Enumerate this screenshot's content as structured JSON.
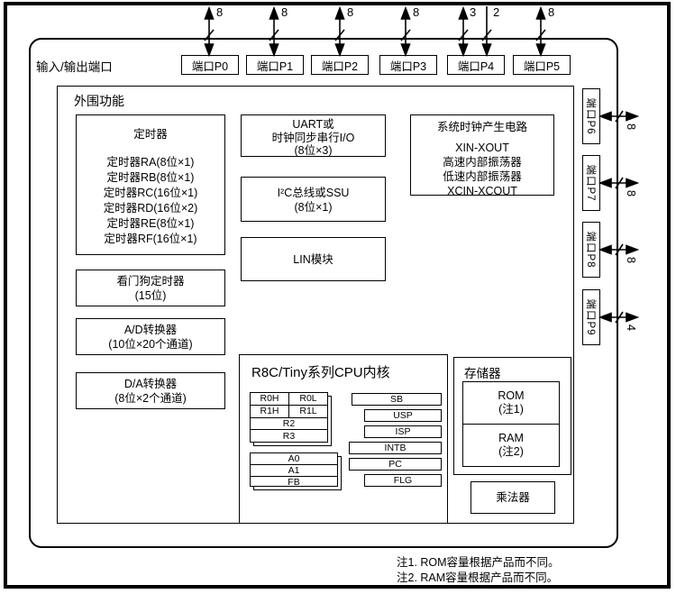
{
  "diagram": {
    "io_ports_label": "输入/输出端口",
    "peripheral_label": "外围功能",
    "notes": [
      "注1. ROM容量根据产品而不同。",
      "注2. RAM容量根据产品而不同。"
    ]
  },
  "top_ports": [
    {
      "label": "端口P0",
      "bus": "8"
    },
    {
      "label": "端口P1",
      "bus": "8"
    },
    {
      "label": "端口P2",
      "bus": "8"
    },
    {
      "label": "端口P3",
      "bus": "8"
    },
    {
      "label": "端口P4",
      "bus_bidir": "3",
      "bus_in": "2"
    },
    {
      "label": "端口P5",
      "bus": "8"
    }
  ],
  "right_ports": [
    {
      "label": "端口P6",
      "bus": "8"
    },
    {
      "label": "端口P7",
      "bus": "8"
    },
    {
      "label": "端口P8",
      "bus": "8"
    },
    {
      "label": "端口P9",
      "bus": "4"
    }
  ],
  "blocks": {
    "timer": {
      "title": "定时器",
      "items": [
        "定时器RA(8位×1)",
        "定时器RB(8位×1)",
        "定时器RC(16位×1)",
        "定时器RD(16位×2)",
        "定时器RE(8位×1)",
        "定时器RF(16位×1)"
      ]
    },
    "watchdog": {
      "lines": [
        "看门狗定时器",
        "(15位)"
      ]
    },
    "adc": {
      "lines": [
        "A/D转换器",
        "(10位×20个通道)"
      ]
    },
    "dac": {
      "lines": [
        "D/A转换器",
        "(8位×2个通道)"
      ]
    },
    "uart": {
      "lines": [
        "UART或",
        "时钟同步串行I/O",
        "(8位×3)"
      ]
    },
    "i2c": {
      "lines": [
        "I²C总线或SSU",
        "(8位×1)"
      ]
    },
    "lin": {
      "label": "LIN模块"
    },
    "clock": {
      "title": "系统时钟产生电路",
      "items": [
        "XIN-XOUT",
        "高速内部振荡器",
        "低速内部振荡器",
        "XCIN-XCOUT"
      ]
    },
    "cpu": {
      "title": "R8C/Tiny系列CPU内核",
      "bank1": {
        "rows": [
          [
            "R0H",
            "R0L"
          ],
          [
            "R1H",
            "R1L"
          ],
          [
            "R2"
          ],
          [
            "R3"
          ]
        ]
      },
      "bank2": [
        "A0",
        "A1",
        "FB"
      ],
      "registers": [
        "SB",
        "USP",
        "ISP",
        "INTB",
        "PC",
        "FLG"
      ]
    },
    "memory": {
      "title": "存储器",
      "rom": [
        "ROM",
        "(注1)"
      ],
      "ram": [
        "RAM",
        "(注2)"
      ],
      "multiplier": "乘法器"
    }
  }
}
